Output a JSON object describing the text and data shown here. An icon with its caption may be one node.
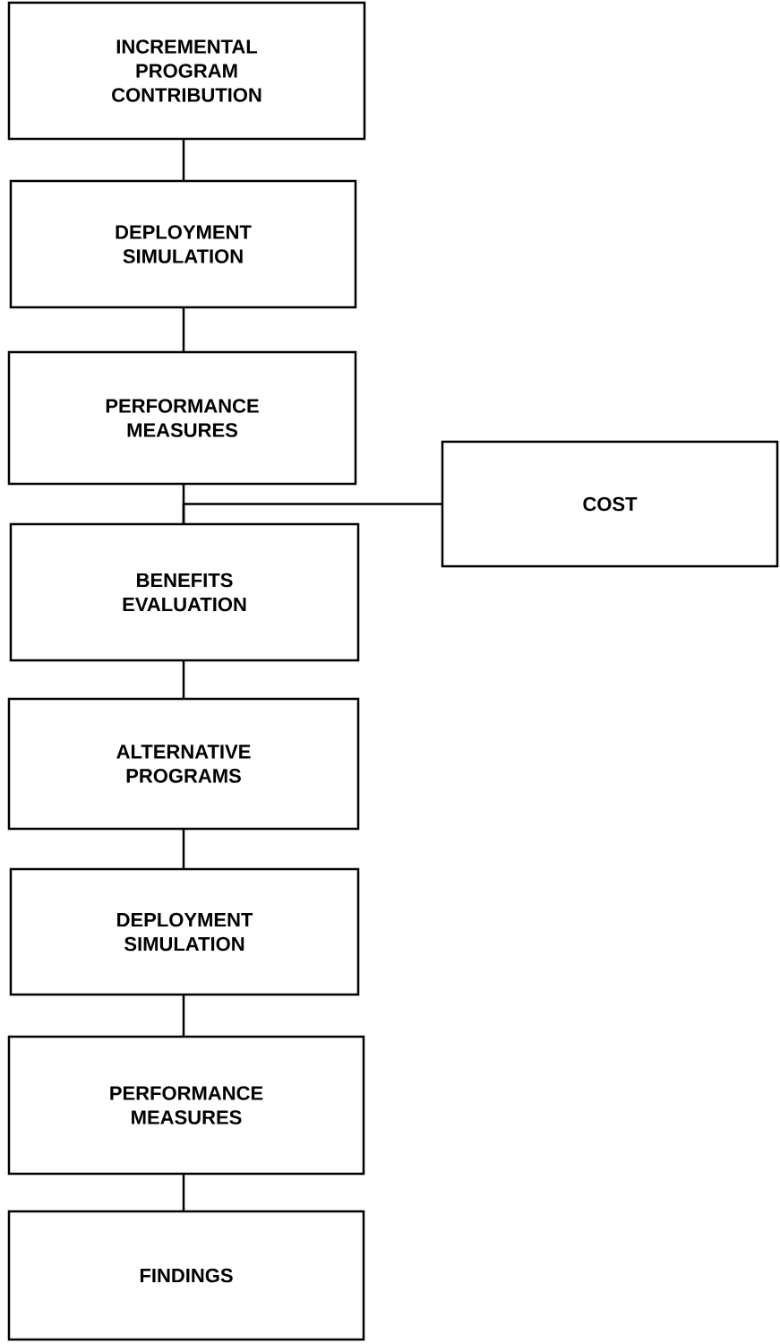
{
  "diagram": {
    "nodes": [
      {
        "text": [
          "INCREMENTAL PROGRAM CONTRIBUTION"
        ]
      },
      {
        "text": [
          "DEPLOYMENT SIMULATION"
        ]
      },
      {
        "text": [
          "PERFORMANCE MEASURES"
        ]
      },
      {
        "text": [
          "COST"
        ]
      },
      {
        "text": [
          "BENEFITS EVALUATION"
        ]
      },
      {
        "text": [
          "ALTERNATIVE PROGRAMS"
        ]
      },
      {
        "text": [
          "DEPLOYMENT SIMULATION"
        ]
      },
      {
        "text": [
          "PERFORMANCE MEASURES"
        ]
      },
      {
        "text": [
          "FINDINGS"
        ]
      }
    ],
    "edges": [
      {
        "from": 0,
        "to": 1,
        "arrow": "none"
      },
      {
        "from": 1,
        "to": 2,
        "arrow": "none"
      },
      {
        "from": 2,
        "to": 4,
        "arrow": "none"
      },
      {
        "from": 3,
        "to": 4,
        "arrow": "none"
      },
      {
        "from": 4,
        "to": 5,
        "arrow": "none"
      },
      {
        "from": 5,
        "to": 6,
        "arrow": "none"
      },
      {
        "from": 6,
        "to": 7,
        "arrow": "none"
      },
      {
        "from": 7,
        "to": 8,
        "arrow": "none"
      }
    ]
  }
}
